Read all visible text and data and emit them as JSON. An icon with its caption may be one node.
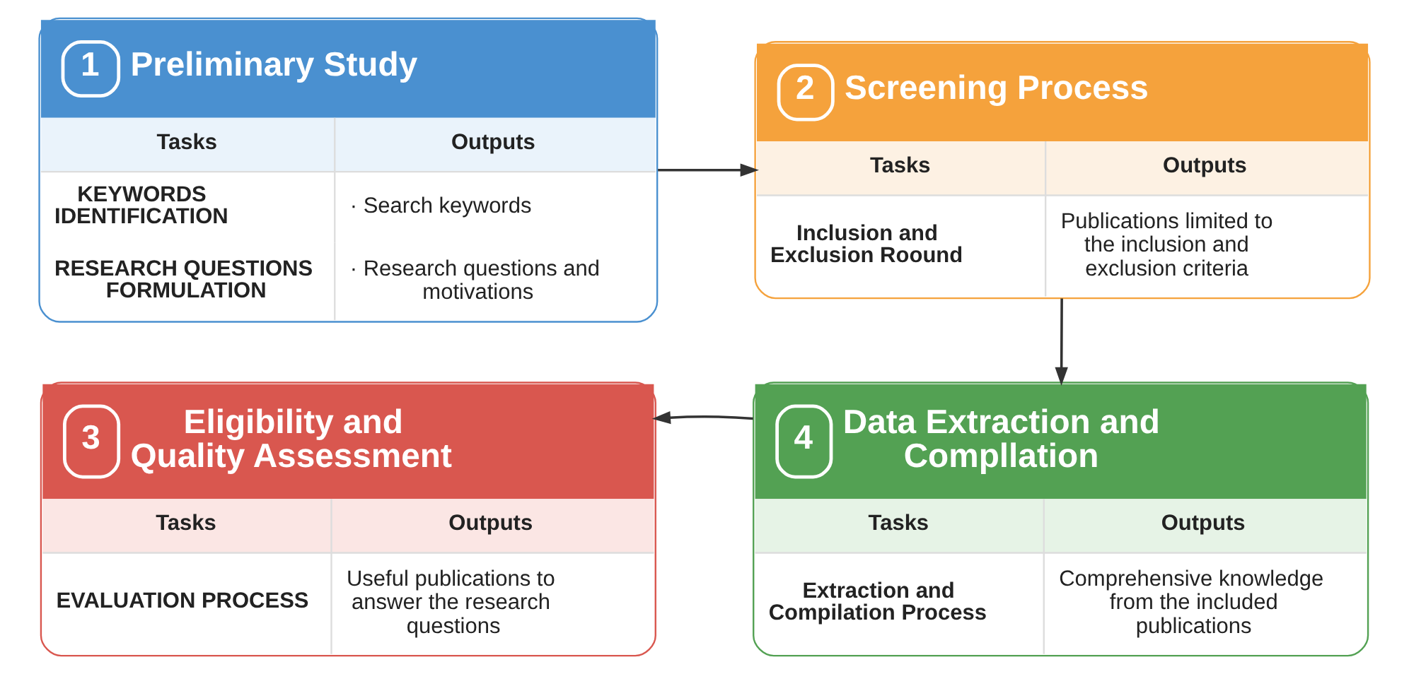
{
  "diagram": {
    "nodes": [
      {
        "text": [
          "1",
          "Preliminary Study",
          "Tasks",
          "Outputs",
          "KEYWORDS IDENTIFICATION",
          "· Search keywords",
          "RESEARCH QUESTIONS FORMULATION",
          "· Research questions and motivations"
        ]
      },
      {
        "text": [
          "2",
          "Screening Process",
          "Tasks",
          "Outputs",
          "Inclusion and Exclusion Roound",
          "Publications limited to the inclusion and exclusion criteria"
        ]
      },
      {
        "text": [
          "3",
          "Eligibility and Quality Assessment",
          "Tasks",
          "Outputs",
          "EVALUATION PROCESS",
          "Useful publications to answer the research questions"
        ]
      },
      {
        "text": [
          "4",
          "Data Extraction and Compllation",
          "Tasks",
          "Outputs",
          "Extraction and Compilation Process",
          "Comprehensive knowledge from the included publications"
        ]
      }
    ],
    "edges": [
      {
        "from": 0,
        "to": 1,
        "arrow": "to"
      },
      {
        "from": 1,
        "to": 3,
        "arrow": "to"
      },
      {
        "from": 3,
        "to": 2,
        "arrow": "to"
      }
    ]
  }
}
